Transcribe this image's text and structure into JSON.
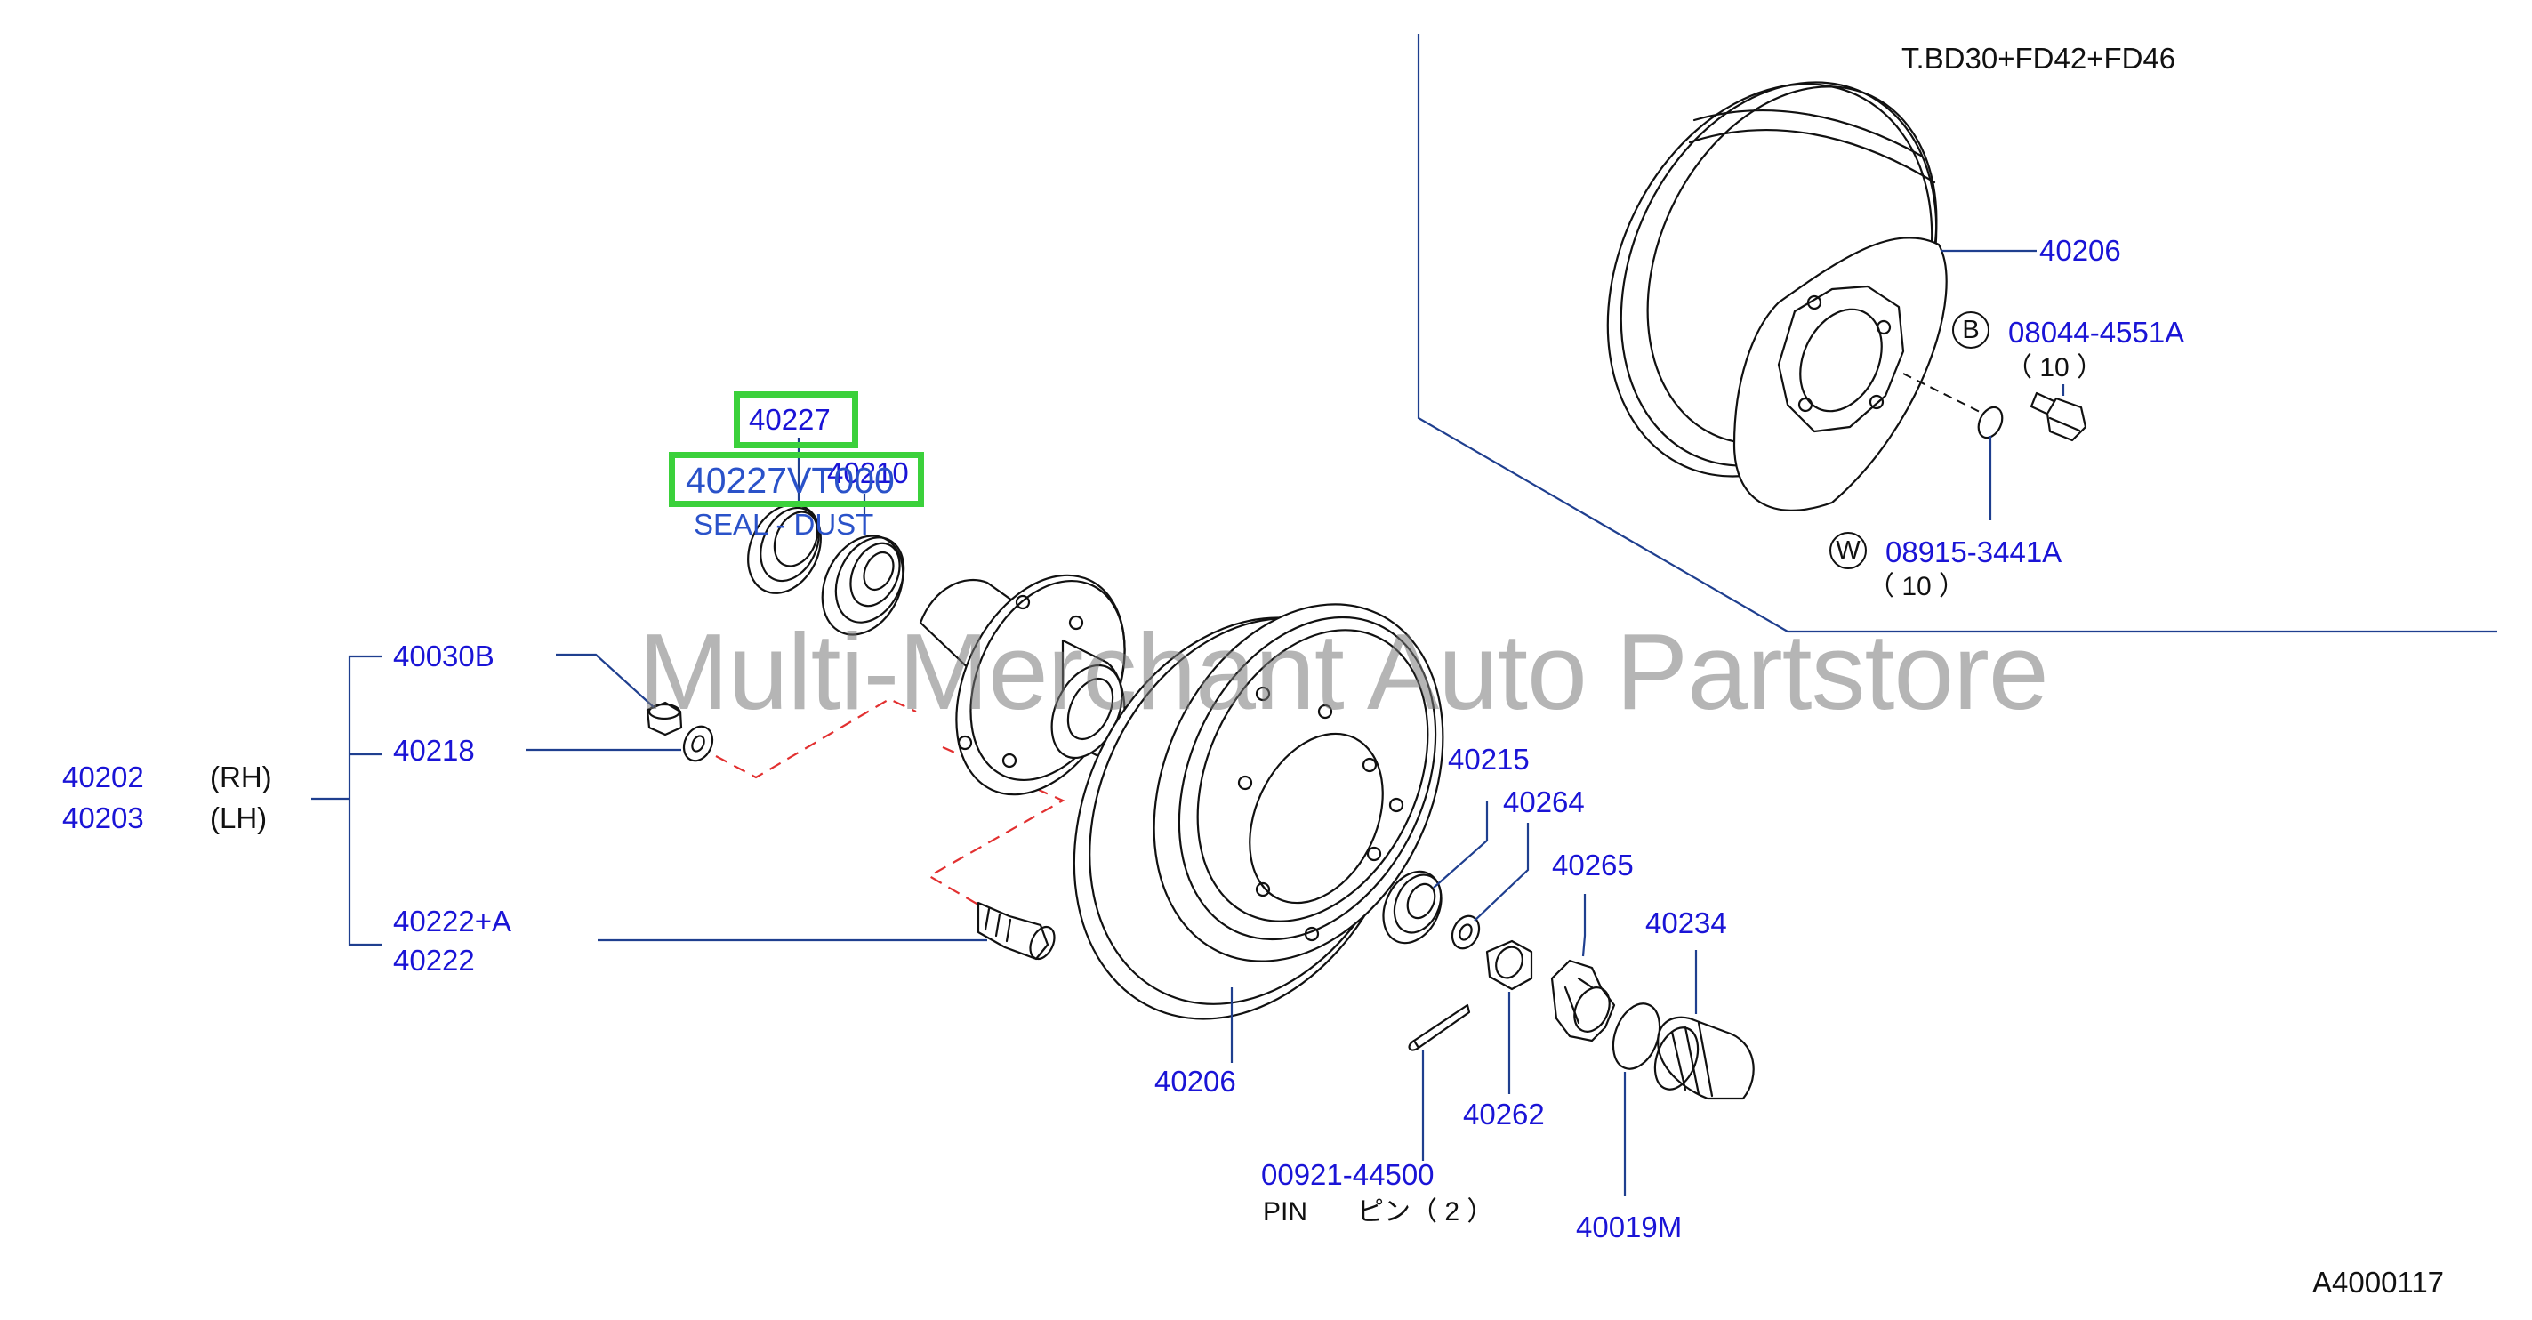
{
  "diagram": {
    "inset_title": "T.BD30+FD42+FD46",
    "figure_code": "A4000117",
    "watermark": "Multi-Merchant Auto Partstore",
    "labels": {
      "p40227": "40227",
      "p40227_full": "40227VT000",
      "p40210": "40210",
      "seal_dust": "SEAL - DUST",
      "p40030b": "40030B",
      "p40218": "40218",
      "p40202": "40202",
      "rh": "(RH)",
      "p40203": "40203",
      "lh": "(LH)",
      "p40222a": "40222+A",
      "p40222": "40222",
      "p40215": "40215",
      "p40264": "40264",
      "p40265": "40265",
      "p40234": "40234",
      "p40206_main": "40206",
      "p40262": "40262",
      "p00921": "00921-44500",
      "pin": "PIN",
      "pin_jp": "ピン（ 2 ）",
      "p40019m": "40019M",
      "p40206_inset": "40206",
      "b_letter": "B",
      "p08044": "08044-4551A",
      "qty_b": "（  10  ）",
      "w_letter": "W",
      "p08915": "08915-3441A",
      "qty_w": "（  10  ）"
    },
    "highlight_color": "#3bd13b",
    "label_color": "#1a14d6",
    "leader_color": "#1f3f8f",
    "dash_color": "#e23030"
  }
}
